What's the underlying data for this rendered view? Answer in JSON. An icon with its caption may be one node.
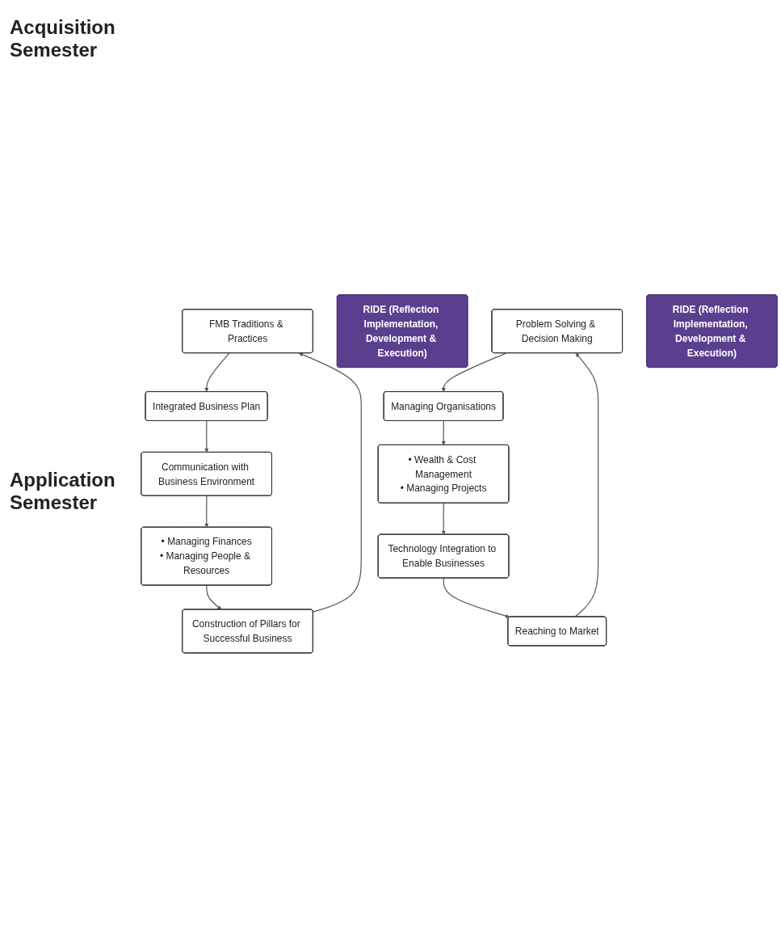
{
  "diagram": {
    "nodes": [
      {
        "text": [
          "FMB Traditions & Practices"
        ]
      },
      {
        "text": [
          "Integrated Business Plan"
        ]
      },
      {
        "text": [
          "Communication with Business Environment"
        ]
      },
      {
        "text": [
          "• Managing Finances",
          "• Managing People & Resources"
        ]
      },
      {
        "text": [
          "Construction of Pillars for Successful Business"
        ]
      },
      {
        "text": [
          "RIDE (Reflection Implementation, Development & Execution)"
        ]
      },
      {
        "text": [
          "Problem Solving & Decision Making"
        ]
      },
      {
        "text": [
          "Managing Organisations"
        ]
      },
      {
        "text": [
          "• Wealth & Cost Management",
          "• Managing Projects"
        ]
      },
      {
        "text": [
          "Technology Integration to Enable Businesses"
        ]
      },
      {
        "text": [
          "Reaching to Market"
        ]
      },
      {
        "text": [
          "RIDE (Reflection Implementation, Development & Execution)"
        ]
      }
    ],
    "edges": [
      {
        "from": 4,
        "to": 0,
        "arrow": "to"
      },
      {
        "from": 0,
        "to": 1,
        "arrow": "to"
      },
      {
        "from": 1,
        "to": 2,
        "arrow": "to"
      },
      {
        "from": 2,
        "to": 3,
        "arrow": "to"
      },
      {
        "from": 3,
        "to": 4,
        "arrow": "to"
      },
      {
        "from": 10,
        "to": 6,
        "arrow": "to"
      },
      {
        "from": 6,
        "to": 7,
        "arrow": "to"
      },
      {
        "from": 7,
        "to": 8,
        "arrow": "to"
      },
      {
        "from": 8,
        "to": 9,
        "arrow": "to"
      },
      {
        "from": 9,
        "to": 10,
        "arrow": "to"
      }
    ],
    "labels": [
      "Acquisition Semester",
      "Application Semester"
    ]
  }
}
